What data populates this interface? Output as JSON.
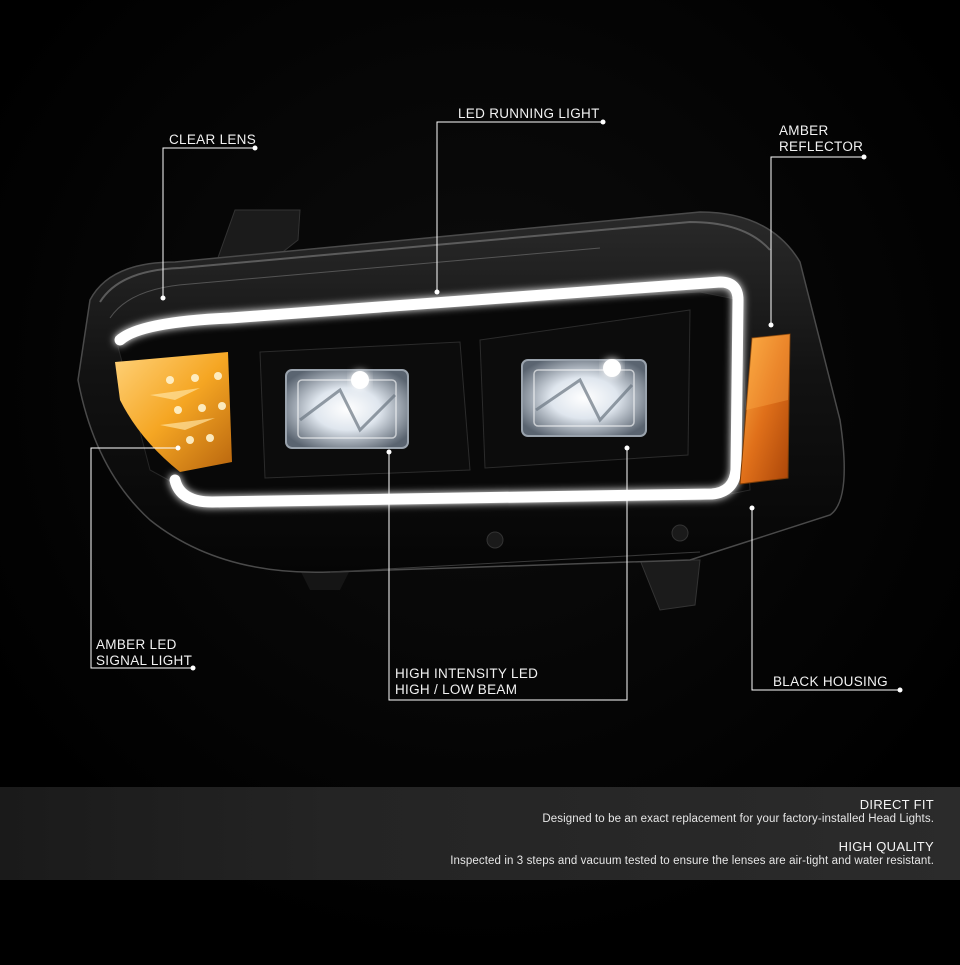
{
  "callouts": {
    "clear_lens": "CLEAR LENS",
    "led_running_light": "LED RUNNING LIGHT",
    "amber_reflector": [
      "AMBER",
      "REFLECTOR"
    ],
    "amber_led_signal": [
      "AMBER LED",
      "SIGNAL LIGHT"
    ],
    "high_intensity_led": [
      "HIGH INTENSITY LED",
      "HIGH / LOW BEAM"
    ],
    "black_housing": "BLACK HOUSING"
  },
  "features": [
    {
      "title": "DIRECT FIT",
      "description": "Designed to be an exact replacement for your factory-installed Head Lights."
    },
    {
      "title": "HIGH QUALITY",
      "description": "Inspected in 3 steps and vacuum tested to ensure the lenses are air-tight and water resistant."
    }
  ],
  "colors": {
    "background": "#000000",
    "amber": "#f5a623",
    "led_white": "#ffffff",
    "info_bar": "#2a2a2a"
  }
}
